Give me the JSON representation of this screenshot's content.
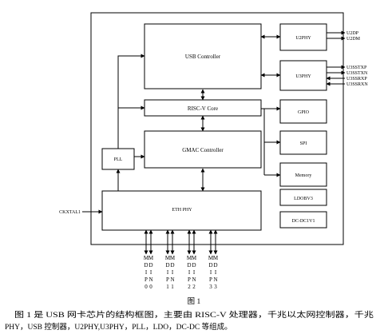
{
  "blocks": {
    "usb_controller": "USB Controller",
    "u2phy": "U2PHY",
    "u3phy": "U3PHY",
    "riscv_core": "RISC-V Core",
    "gpio": "GPIO",
    "gmac_controller": "GMAC Controller",
    "spi": "SPI",
    "pll": "PLL",
    "memory": "Memory",
    "eth_phy": "ETH PHY",
    "ldo": "LDOBV3",
    "dcdc": "DC-DC1V1"
  },
  "signals": {
    "u2phy_pins": [
      "U2DP",
      "U2DM"
    ],
    "u3phy_pins": [
      "U3SSTXP",
      "U3SSTXN",
      "U3SSRXP",
      "U3SSRXN"
    ],
    "clock_input": "CKXTAL1",
    "mdi_groups": [
      {
        "chars": [
          "M",
          "D",
          "I",
          "P",
          "0"
        ]
      },
      {
        "chars": [
          "M",
          "D",
          "I",
          "N",
          "0"
        ]
      },
      {
        "chars": [
          "M",
          "D",
          "I",
          "P",
          "1"
        ]
      },
      {
        "chars": [
          "M",
          "D",
          "I",
          "N",
          "1"
        ]
      },
      {
        "chars": [
          "M",
          "D",
          "I",
          "P",
          "2"
        ]
      },
      {
        "chars": [
          "M",
          "D",
          "I",
          "N",
          "2"
        ]
      },
      {
        "chars": [
          "M",
          "D",
          "I",
          "P",
          "3"
        ]
      },
      {
        "chars": [
          "M",
          "D",
          "I",
          "N",
          "3"
        ]
      }
    ]
  },
  "figure_label": "图 1",
  "caption": {
    "line1": "图 1 是 USB 网卡芯片的结构框图，主要由 RISC-V 处理器，千兆以太网控制器，千兆",
    "line2": "PHY，USB 控制器，U2PHY,U3PHY，PLL，LDO，DC-DC 等组成。"
  }
}
